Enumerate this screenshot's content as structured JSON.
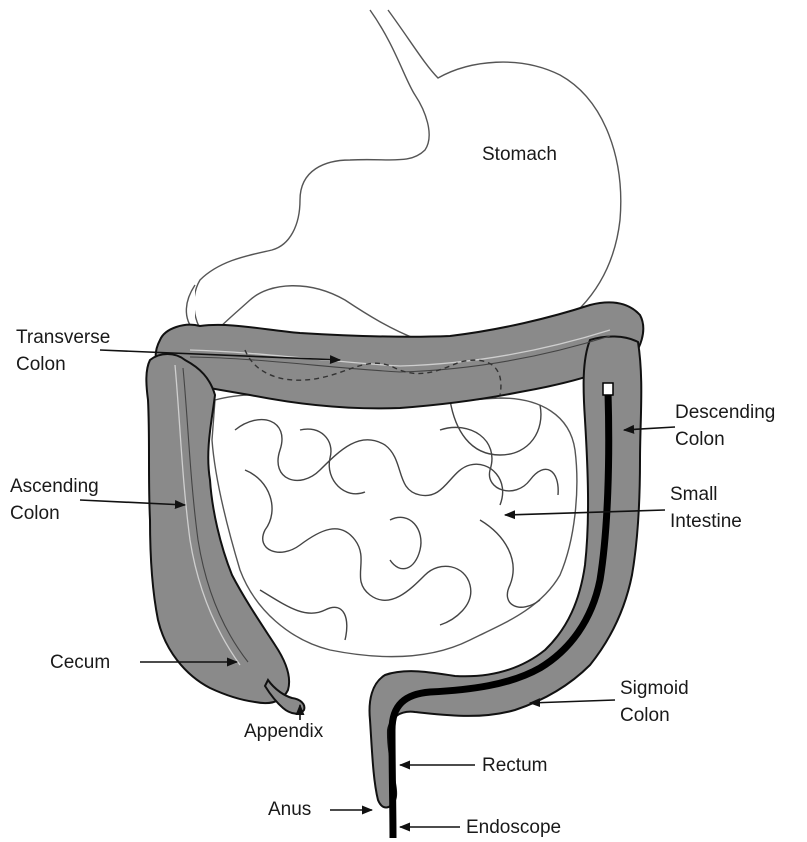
{
  "labels": {
    "stomach": "Stomach",
    "transverse_colon": [
      "Transverse",
      "Colon"
    ],
    "descending_colon": [
      "Descending",
      "Colon"
    ],
    "ascending_colon": [
      "Ascending",
      "Colon"
    ],
    "small_intestine": [
      "Small",
      "Intestine"
    ],
    "cecum": "Cecum",
    "sigmoid_colon": [
      "Sigmoid",
      "Colon"
    ],
    "appendix": "Appendix",
    "rectum": "Rectum",
    "anus": "Anus",
    "endoscope": "Endoscope"
  },
  "colors": {
    "colon_fill": "#8a8a8a",
    "outline": "#111111",
    "endoscope": "#000000",
    "background": "#ffffff"
  }
}
